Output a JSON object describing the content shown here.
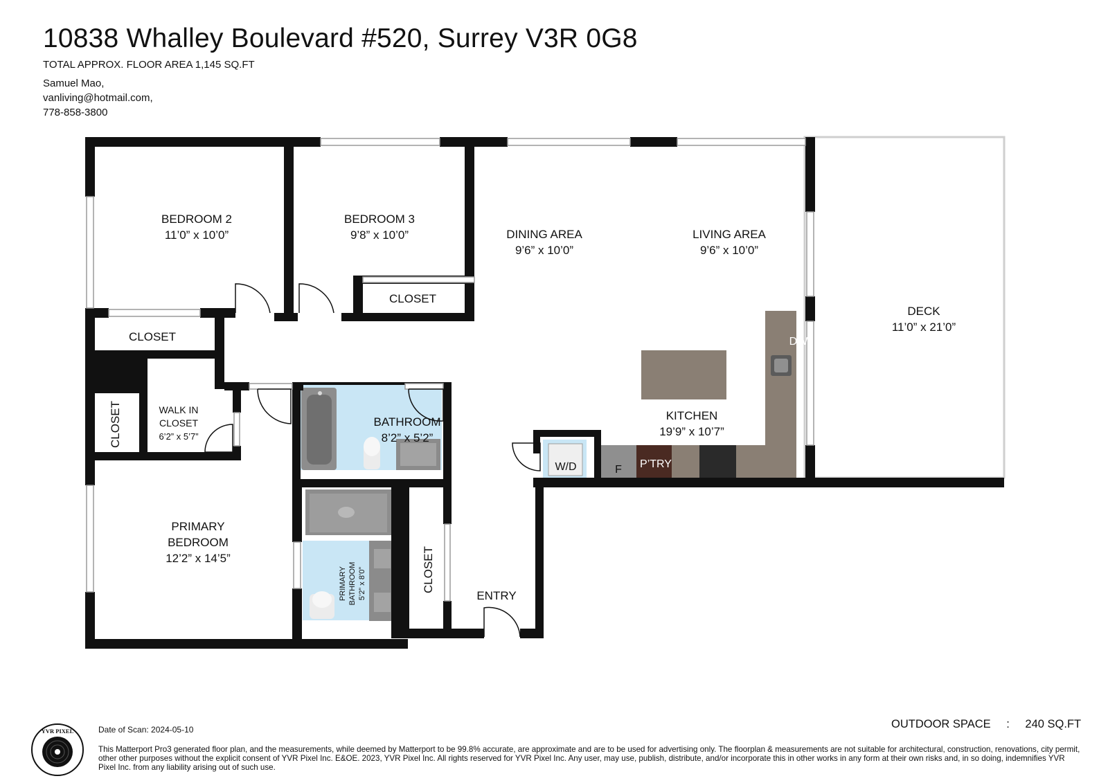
{
  "header": {
    "title": "10838 Whalley Boulevard #520, Surrey V3R 0G8",
    "floor_area": "TOTAL APPROX. FLOOR AREA 1,145 SQ.FT",
    "agent_name": "Samuel Mao,",
    "agent_email": "vanliving@hotmail.com,",
    "agent_phone": "778-858-3800"
  },
  "rooms": {
    "bedroom2": {
      "name": "BEDROOM 2",
      "size": "11’0” x 10’0”"
    },
    "bedroom3": {
      "name": "BEDROOM 3",
      "size": "9’8” x 10’0”"
    },
    "dining": {
      "name": "DINING AREA",
      "size": "9’6” x 10’0”"
    },
    "living": {
      "name": "LIVING AREA",
      "size": "9’6” x 10’0”"
    },
    "deck": {
      "name": "DECK",
      "size": "11’0” x 21’0”"
    },
    "kitchen": {
      "name": "KITCHEN",
      "size": "19’9” x 10’7”"
    },
    "bathroom": {
      "name": "BATHROOM",
      "size": "8’2” x 5’2”"
    },
    "walkin": {
      "name_1": "WALK IN",
      "name_2": "CLOSET",
      "size": "6’2” x 5’7”"
    },
    "primary": {
      "name_1": "PRIMARY",
      "name_2": "BEDROOM",
      "size": "12’2” x 14’5”"
    },
    "primary_bath": {
      "name_1": "PRIMARY",
      "name_2": "BATHROOM",
      "size": "5’2” x 8’0”"
    },
    "closet_b3": "CLOSET",
    "closet_b2": "CLOSET",
    "closet_vertical_left": "CLOSET",
    "closet_vertical_right": "CLOSET",
    "entry": "ENTRY",
    "wd": "W/D",
    "fridge": "F",
    "pantry": "P’TRY",
    "dw": "DW"
  },
  "footer": {
    "date_of_scan": "Date of Scan: 2024-05-10",
    "outdoor_label": "OUTDOOR SPACE",
    "outdoor_sep": ":",
    "outdoor_value": "240 SQ.FT",
    "disclaimer": "This Matterport Pro3 generated floor plan, and the measurements, while deemed by Matterport to be 99.8% accurate, are approximate and are to be used for advertising only. The floorplan & measurements are not suitable for architectural, construction, renovations, city permit, other other purposes without the explicit consent of YVR Pixel Inc. E&OE. 2023, YVR Pixel Inc. All rights reserved for YVR Pixel Inc. Any user, may use, publish, distribute, and/or incorporate this in other works in any form at their own risks and, in so doing, indemnifies YVR Pixel Inc. from any liability arising out of such use.",
    "logo_text": "YVR PIXEL"
  },
  "colors": {
    "wall": "#111111",
    "bath_fill": "#c9e6f5",
    "counter": "#8a7f74",
    "pantry": "#4a2a22",
    "fixture_grey": "#8f8f8f"
  }
}
